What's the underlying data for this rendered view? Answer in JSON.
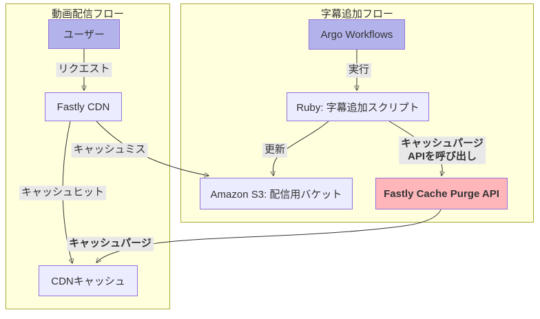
{
  "diagram": {
    "type": "flowchart",
    "colors": {
      "subgraph_fill": "#ffffde",
      "subgraph_border": "#aaaa33",
      "node_fill": "#ececff",
      "node_border": "#9370db",
      "highlight_node_fill": "#b3b3ec",
      "alert_node_fill": "#ffb6bb",
      "edge_color": "#333333",
      "edge_label_bg": "#e8e8e8",
      "text_color": "#333333"
    },
    "subgraphs": [
      {
        "id": "video_flow",
        "title": "動画配信フロー"
      },
      {
        "id": "subtitle_flow",
        "title": "字幕追加フロー"
      }
    ],
    "nodes": [
      {
        "id": "user",
        "label": "ユーザー",
        "style": "highlight",
        "subgraph": "video_flow"
      },
      {
        "id": "fastly_cdn",
        "label": "Fastly CDN",
        "style": "default",
        "subgraph": "video_flow"
      },
      {
        "id": "cdn_cache",
        "label": "CDNキャッシュ",
        "style": "default",
        "subgraph": "video_flow"
      },
      {
        "id": "argo_workflows",
        "label": "Argo Workflows",
        "style": "highlight",
        "subgraph": "subtitle_flow"
      },
      {
        "id": "ruby_script",
        "label": "Ruby: 字幕追加スクリプト",
        "style": "default",
        "subgraph": "subtitle_flow"
      },
      {
        "id": "amazon_s3",
        "label": "Amazon S3: 配信用バケット",
        "style": "default",
        "subgraph": "subtitle_flow"
      },
      {
        "id": "purge_api",
        "label": "Fastly Cache Purge API",
        "style": "alert",
        "subgraph": "subtitle_flow"
      }
    ],
    "edges": [
      {
        "from": "user",
        "to": "fastly_cdn",
        "label": "リクエスト",
        "bold": false
      },
      {
        "from": "fastly_cdn",
        "to": "amazon_s3",
        "label": "キャッシュミス",
        "bold": false
      },
      {
        "from": "fastly_cdn",
        "to": "cdn_cache",
        "label": "キャッシュヒット",
        "bold": false
      },
      {
        "from": "argo_workflows",
        "to": "ruby_script",
        "label": "実行",
        "bold": false
      },
      {
        "from": "ruby_script",
        "to": "amazon_s3",
        "label": "更新",
        "bold": false
      },
      {
        "from": "ruby_script",
        "to": "purge_api",
        "label_line1": "キャッシュパージ",
        "label_line2": "APIを呼び出し",
        "bold": true
      },
      {
        "from": "purge_api",
        "to": "cdn_cache",
        "label": "キャッシュパージ",
        "bold": true
      }
    ]
  }
}
